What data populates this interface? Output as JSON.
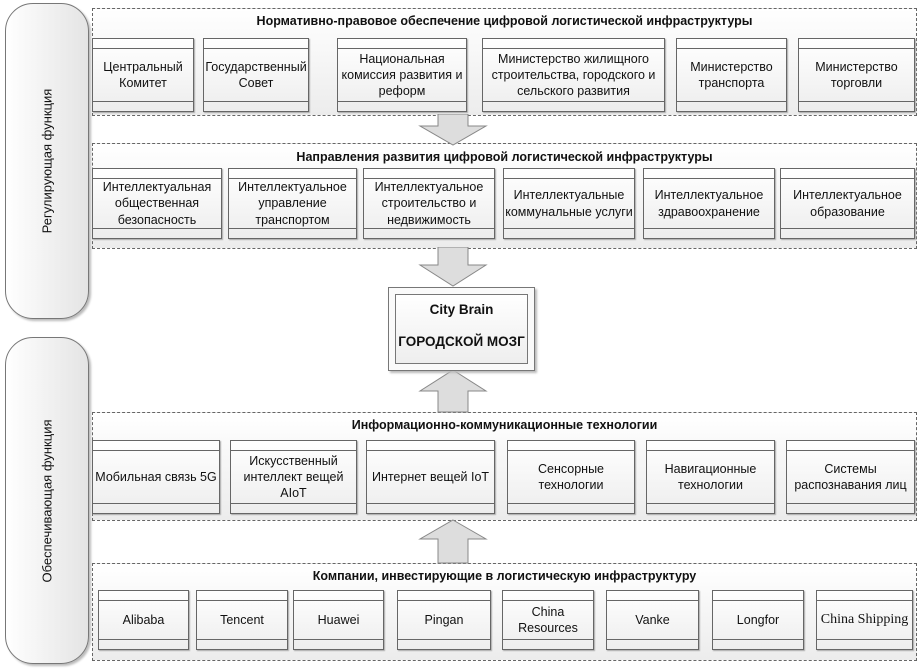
{
  "side_labels": {
    "regulating": "Регулирующая функция",
    "supporting": "Обеспечивающая функция"
  },
  "groups": [
    {
      "title": "Нормативно-правовое обеспечение цифровой логистической инфраструктуры",
      "items": [
        "Центральный Комитет",
        "Государственный Совет",
        "Национальная комиссия развития и реформ",
        "Министерство жилищного строительства, городского и сельского развития",
        "Министерство транспорта",
        "Министерство торговли"
      ]
    },
    {
      "title": "Направления развития цифровой логистической инфраструктуры",
      "items": [
        "Интеллектуальная общественная безопасность",
        "Интеллектуальное управление транспортом",
        "Интеллектуальное строительство и недвижимость",
        "Интеллектуальные коммунальные услуги",
        "Интеллектуальное здравоохранение",
        "Интеллектуальное образование"
      ]
    },
    {
      "title": "Информационно-коммуникационные технологии",
      "items": [
        "Мобильная связь 5G",
        "Искусственный интеллект вещей AIoT",
        "Интернет вещей IoT",
        "Сенсорные технологии",
        "Навигационные технологии",
        "Системы распознавания лиц"
      ]
    },
    {
      "title": "Компании, инвестирующие в логистическую инфраструктуру",
      "items": [
        "Alibaba",
        "Tencent",
        "Huawei",
        "Pingan",
        "China Resources",
        "Vanke",
        "Longfor",
        "China Shipping"
      ]
    }
  ],
  "center": {
    "line1": "City Brain",
    "line2": "ГОРОДСКОЙ МОЗГ"
  }
}
